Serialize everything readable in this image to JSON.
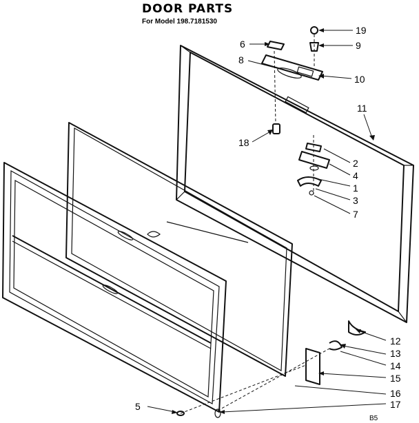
{
  "header": {
    "title": "DOOR PARTS",
    "model_line": "For Model  198.7181530"
  },
  "callouts": [
    {
      "id": "1"
    },
    {
      "id": "2"
    },
    {
      "id": "3"
    },
    {
      "id": "4"
    },
    {
      "id": "5"
    },
    {
      "id": "6"
    },
    {
      "id": "7"
    },
    {
      "id": "8"
    },
    {
      "id": "9"
    },
    {
      "id": "10"
    },
    {
      "id": "11"
    },
    {
      "id": "12"
    },
    {
      "id": "13"
    },
    {
      "id": "14"
    },
    {
      "id": "15"
    },
    {
      "id": "16"
    },
    {
      "id": "17"
    },
    {
      "id": "18"
    },
    {
      "id": "19"
    }
  ],
  "footer": {
    "code": "B5"
  }
}
